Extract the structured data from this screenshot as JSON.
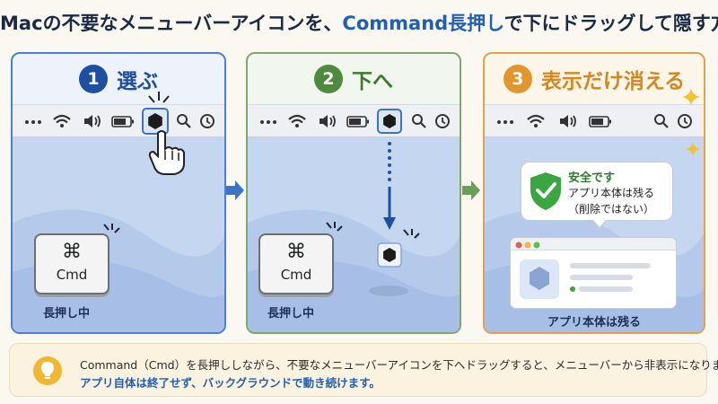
{
  "title": {
    "part1": "Macの不要なメニューバーアイコンを、",
    "highlight": "Command長押し",
    "part2": "で下にドラッグして隠す方法"
  },
  "steps": [
    {
      "number": "1",
      "label": "選ぶ",
      "key_symbol": "⌘",
      "key_label": "Cmd",
      "hold_label": "長押し中"
    },
    {
      "number": "2",
      "label": "下へ",
      "key_symbol": "⌘",
      "key_label": "Cmd",
      "hold_label": "長押し中"
    },
    {
      "number": "3",
      "label": "表示だけ消える",
      "bubble_title": "安全です",
      "bubble_line1": "アプリ本体は残る",
      "bubble_line2": "（削除ではない）",
      "window_label": "アプリ本体は残る"
    }
  ],
  "menubar_icons": [
    "more-dots-icon",
    "wifi-icon",
    "volume-icon",
    "battery-icon",
    "app-hex-icon",
    "search-icon",
    "clock-icon"
  ],
  "notice": {
    "line1": "Command（Cmd）を長押ししながら、不要なメニューバーアイコンを下へドラッグすると、メニューバーから非表示になります。",
    "line2": "アプリ自体は終了せず、バックグラウンドで動き続けます。"
  },
  "colors": {
    "blue": "#1f4fa3",
    "green": "#4e8a3e",
    "orange": "#e2962c",
    "check": "#3aa63f"
  }
}
